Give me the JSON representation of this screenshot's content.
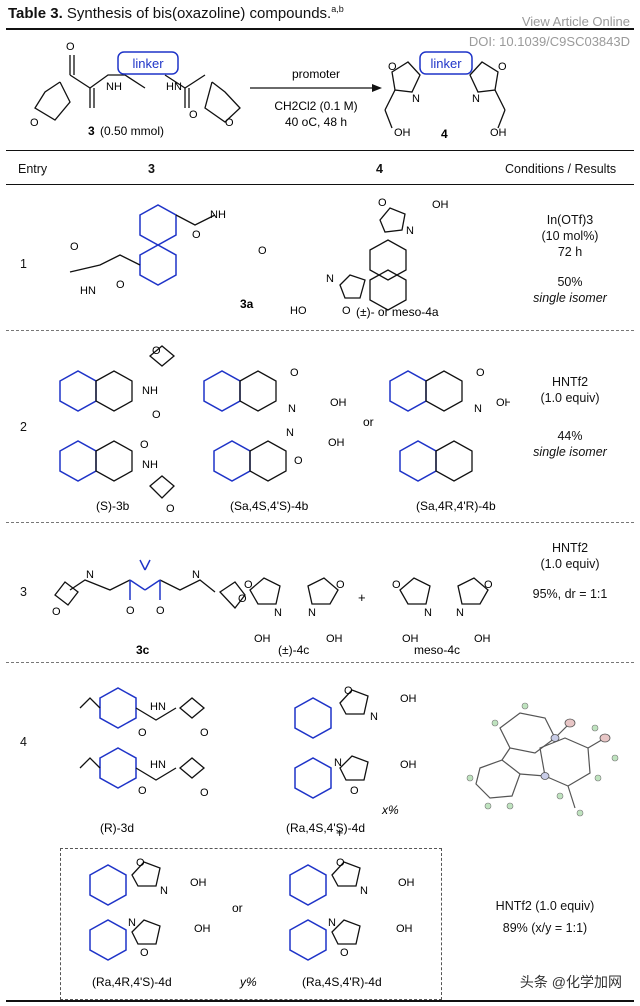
{
  "title": {
    "label": "Table 3.",
    "text": " Synthesis of bis(oxazoline) compounds.",
    "sup": "a,b"
  },
  "watermark": {
    "line1": "View Article Online",
    "line2": "DOI: 10.1039/C9SC03843D"
  },
  "scheme": {
    "linker": "linker",
    "reactant_label": "3",
    "reactant_amount": "(0.50 mmol)",
    "product_label": "4",
    "promoter": "promoter",
    "solvent": "CH2Cl2 (0.1 M)",
    "conditions": "40 oC, 48 h",
    "atoms": {
      "O": "O",
      "N": "N",
      "NH": "NH",
      "HN": "HN",
      "OH": "OH",
      "HO": "HO"
    }
  },
  "header": {
    "entry": "Entry",
    "col3": "3",
    "col4": "4",
    "results": "Conditions / Results"
  },
  "rows": [
    {
      "entry": "1",
      "reactant": "3a",
      "product": "(±)- or meso-4a",
      "conditions": [
        "In(OTf)3",
        "(10 mol%)",
        "72 h"
      ],
      "result": "50%",
      "note": "single isomer"
    },
    {
      "entry": "2",
      "reactant": "(S)-3b",
      "product1": "(Sa,4S,4'S)-4b",
      "or": "or",
      "product2": "(Sa,4R,4'R)-4b",
      "conditions": [
        "HNTf2",
        "(1.0 equiv)"
      ],
      "result": "44%",
      "note": "single isomer"
    },
    {
      "entry": "3",
      "reactant": "3c",
      "product1": "(±)-4c",
      "plus": "+",
      "product2": "meso-4c",
      "conditions": [
        "HNTf2",
        "(1.0 equiv)"
      ],
      "result": "95%, dr = 1:1"
    },
    {
      "entry": "4",
      "reactant": "(R)-3d",
      "product1": "(Ra,4S,4'S)-4d",
      "x": "x%",
      "plus": "+",
      "product2": "(Ra,4R,4'S)-4d",
      "or": "or",
      "y": "y%",
      "product3": "(Ra,4S,4'R)-4d",
      "conditions": [
        "HNTf2 (1.0 equiv)"
      ],
      "result": "89% (x/y = 1:1)"
    }
  ],
  "footer_watermark": "头条 @化学加网"
}
